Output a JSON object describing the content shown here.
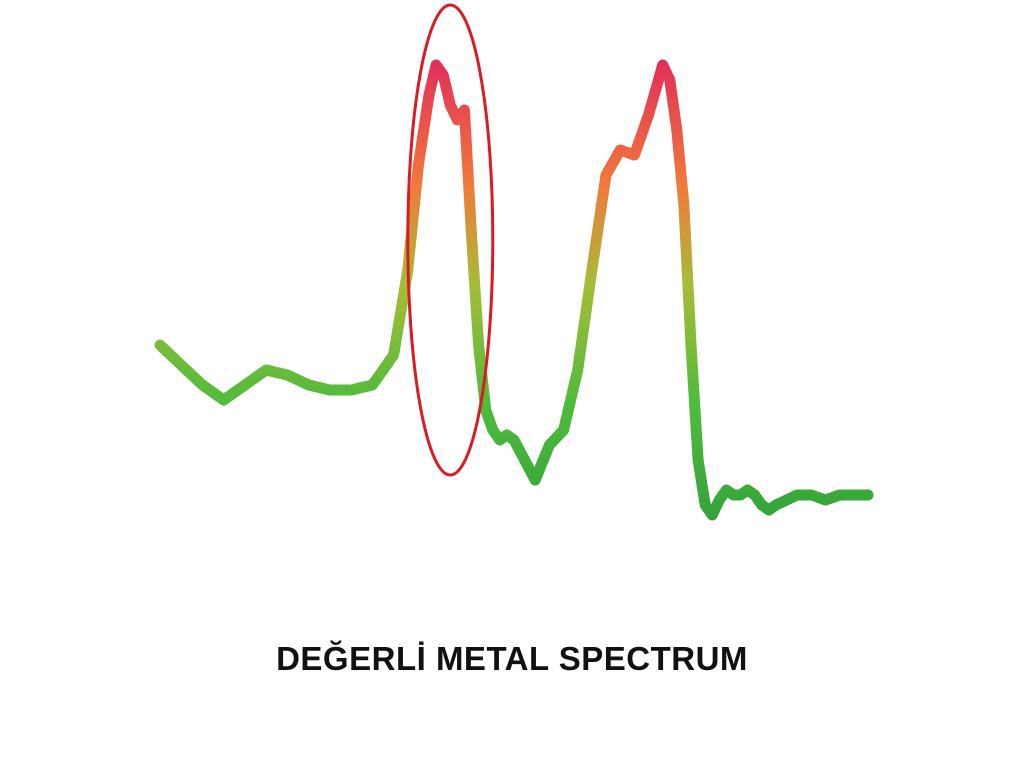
{
  "chart_data": {
    "type": "line",
    "title": "DEĞERLİ METAL SPECTRUM",
    "xlabel": "",
    "ylabel": "",
    "grid": false,
    "legend": "none",
    "xlim": [
      0,
      100
    ],
    "ylim": [
      0,
      100
    ],
    "series": [
      {
        "x": [
          0,
          3,
          6,
          9,
          12,
          15,
          18,
          21,
          24,
          27,
          30,
          33,
          35,
          36.5,
          38,
          39,
          40,
          41,
          42,
          43,
          44,
          45,
          46,
          47,
          48,
          49,
          50,
          51.5,
          53,
          55,
          57,
          59,
          61,
          63,
          65,
          67,
          69,
          71,
          72,
          73,
          74,
          75,
          76,
          77,
          78,
          79,
          80,
          81,
          82,
          83,
          84,
          85,
          86,
          87,
          88.5,
          90,
          92,
          94,
          96,
          98,
          100
        ],
        "y": [
          40,
          36,
          32,
          29,
          32,
          35,
          34,
          32,
          31,
          31,
          32,
          38,
          55,
          76,
          90,
          96,
          94,
          88,
          85,
          87,
          62,
          40,
          27,
          23,
          21,
          22,
          21,
          17,
          13,
          20,
          23,
          35,
          55,
          74,
          79,
          78,
          86,
          96,
          93,
          83,
          68,
          40,
          17,
          8,
          6,
          9,
          11,
          10,
          10,
          11,
          10,
          8,
          7,
          8,
          9,
          10,
          10,
          9,
          10,
          10,
          10
        ]
      }
    ],
    "annotations": [
      {
        "shape": "ellipse",
        "x_center": 41,
        "y_center": 61,
        "x_radius": 6,
        "y_radius": 47
      }
    ]
  },
  "colors": {
    "low": "#3cb043",
    "mid": "#9dbb3a",
    "high_orange": "#f07a3a",
    "peak": "#e0245e",
    "annotation": "#d91c24",
    "title": "#111111"
  }
}
